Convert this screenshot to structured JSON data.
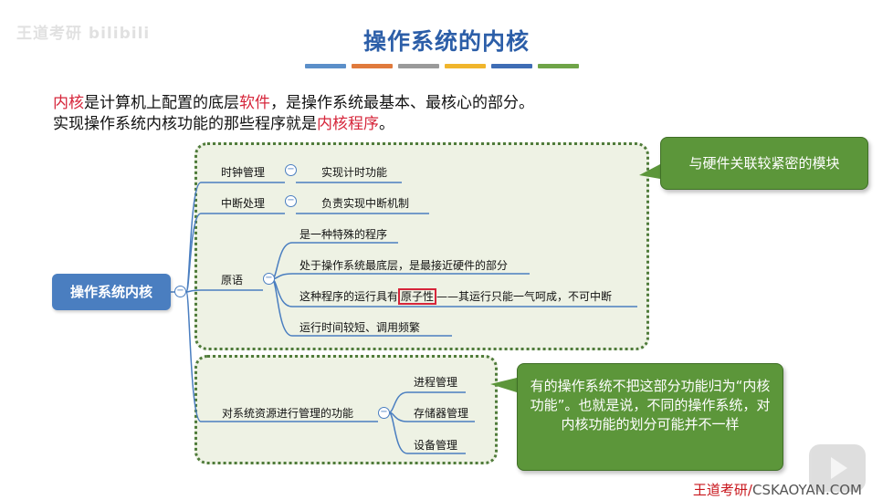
{
  "watermark": "王道考研 bilibili",
  "slide": {
    "title": "操作系统的内核",
    "bar_colors": [
      "#5b8fc9",
      "#e07a3c",
      "#9a9a9a",
      "#f0b52c",
      "#3f6db5",
      "#6fa448"
    ],
    "intro": {
      "line1_a": "内核",
      "line1_b": "是计算机上配置的底层",
      "line1_c": "软件",
      "line1_d": "，是操作系统最基本、最核心的部分。",
      "line2_a": "实现操作系统内核功能的那些程序就是",
      "line2_b": "内核程序",
      "line2_c": "。"
    }
  },
  "mindmap": {
    "root": "操作系统内核",
    "clock": {
      "label": "时钟管理",
      "detail": "实现计时功能"
    },
    "interrupt": {
      "label": "中断处理",
      "detail": "负责实现中断机制"
    },
    "primitive": {
      "label": "原语",
      "items": {
        "i0": "是一种特殊的程序",
        "i1": "处于操作系统最底层，是最接近硬件的部分",
        "i2_a": "这种程序的运行具有",
        "i2_b": "原子性",
        "i2_c": "——其运行只能一气呵成，不可中断",
        "i3": "运行时间较短、调用频繁"
      }
    },
    "resource": {
      "label": "对系统资源进行管理的功能",
      "items": [
        "进程管理",
        "存储器管理",
        "设备管理"
      ]
    }
  },
  "callouts": {
    "hardware": "与硬件关联较紧密的模块",
    "note": "有的操作系统不把这部分功能归为“内核功能”。也就是说，不同的操作系统，对内核功能的划分可能并不一样"
  },
  "brand": {
    "a": "王道考研/",
    "b": "CSKAOYAN.COM"
  },
  "colors": {
    "title": "#2c5ea8",
    "highlight": "#d6253a",
    "frame": "#4f7b3a",
    "callout": "#5c963a",
    "root": "#4a7ec0"
  }
}
